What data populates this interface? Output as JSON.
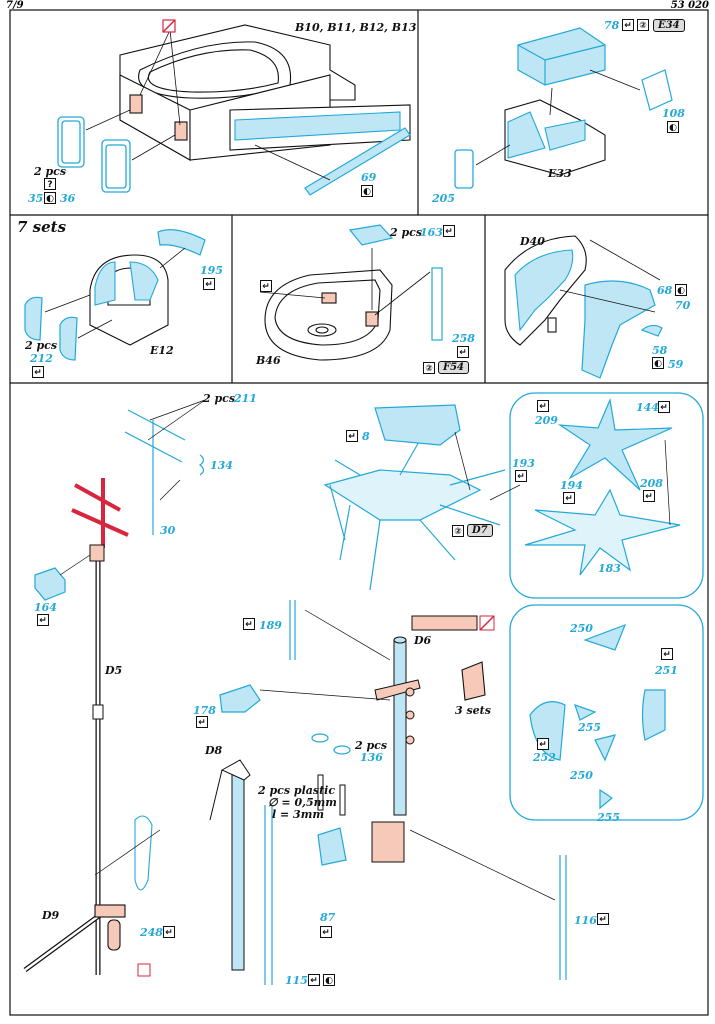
{
  "header": {
    "page": "7/9",
    "code": "53 020"
  },
  "colors": {
    "etch": "#23a9d8",
    "etch_fill": "#bfe6f5",
    "plastic": "#f6c9b8",
    "red": "#d7263d"
  },
  "icons": {
    "fold": "fold-icon",
    "yin_yang": "yin-yang-icon",
    "unknown": "question-icon",
    "replace": "replace-icon",
    "cut": "cut-icon"
  },
  "panel1": {
    "title": "B10, B11, B12, B13",
    "pcs": "2 pcs",
    "parts": [
      "35",
      "36",
      "69"
    ]
  },
  "panel2": {
    "parts": [
      "78",
      "108",
      "205"
    ],
    "ref": "E33",
    "badge": "E34"
  },
  "panel3": {
    "title": "7 sets",
    "pcs": "2 pcs",
    "parts": [
      "195",
      "212"
    ],
    "ref": "E12"
  },
  "panel4": {
    "pcs": "2 pcs",
    "parts": [
      "163",
      "258"
    ],
    "ref": "B46",
    "badge": "F54"
  },
  "panel5": {
    "ref": "D40",
    "parts": [
      "68",
      "70",
      "58",
      "59"
    ]
  },
  "main": {
    "pcs_211": "2 pcs",
    "parts": [
      "211",
      "134",
      "30",
      "164",
      "8",
      "193",
      "189",
      "178",
      "136",
      "87",
      "248",
      "115",
      "116",
      "209",
      "144",
      "194",
      "208",
      "183",
      "250",
      "251",
      "252",
      "255"
    ],
    "refs": {
      "D5": "D5",
      "D6": "D6",
      "D7": "D7",
      "D8": "D8",
      "D9": "D9"
    },
    "pcs_136": "2 pcs",
    "plastic_note": [
      "2 pcs plastic",
      "∅ = 0,5mm",
      "l = 3mm"
    ],
    "sets_3": "3 sets"
  }
}
